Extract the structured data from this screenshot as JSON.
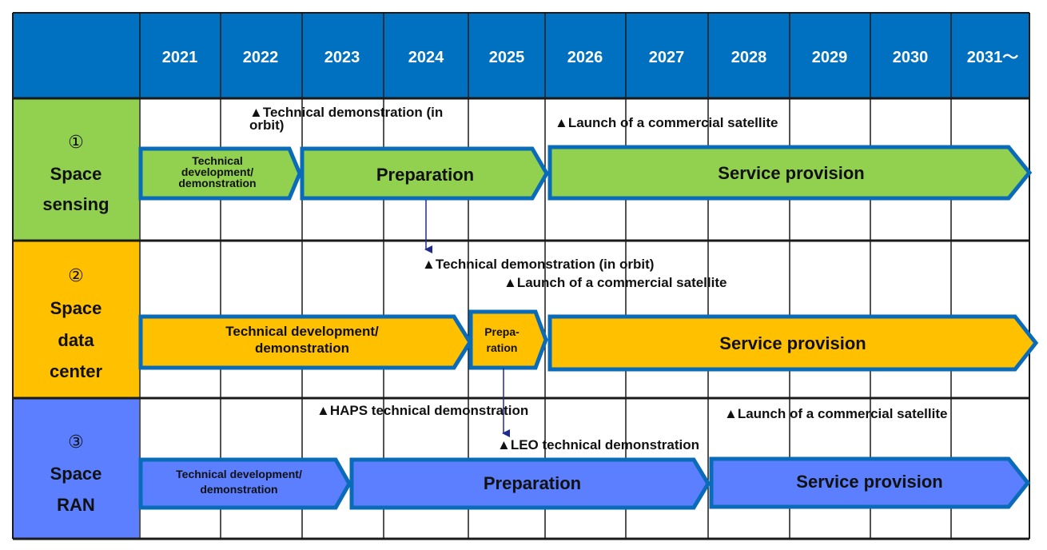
{
  "colors": {
    "header_bg": "#0070c0",
    "header_text": "#ffffff",
    "sensing": "#92d050",
    "datacenter": "#ffc000",
    "ran": "#5b7fff",
    "arrow_border": "#0a6bb8",
    "connector": "#1f2a8a",
    "grid": "#1a1a1a"
  },
  "years": [
    "2021",
    "2022",
    "2023",
    "2024",
    "2025",
    "2026",
    "2027",
    "2028",
    "2029",
    "2030",
    "2031〜"
  ],
  "rows": [
    {
      "id": "sensing",
      "number": "①",
      "label": [
        "Space",
        "sensing"
      ],
      "phases": [
        {
          "id": "sensing-dev",
          "label": [
            "Technical",
            "development/",
            "demonstration"
          ]
        },
        {
          "id": "sensing-prep",
          "label": [
            "Preparation"
          ]
        },
        {
          "id": "sensing-service",
          "label": [
            "Service provision"
          ]
        }
      ],
      "milestones": [
        {
          "id": "sensing-demo",
          "label": [
            "▲Technical demonstration (in",
            "orbit)"
          ]
        },
        {
          "id": "sensing-launch",
          "label": [
            "▲Launch of a commercial satellite"
          ]
        }
      ]
    },
    {
      "id": "datacenter",
      "number": "②",
      "label": [
        "Space",
        "data",
        "center"
      ],
      "phases": [
        {
          "id": "dc-dev",
          "label": [
            "Technical development/",
            "demonstration"
          ]
        },
        {
          "id": "dc-prep",
          "label": [
            "Prepa-",
            "ration"
          ]
        },
        {
          "id": "dc-service",
          "label": [
            "Service provision"
          ]
        }
      ],
      "milestones": [
        {
          "id": "dc-demo",
          "label": [
            "▲Technical demonstration (in orbit)"
          ]
        },
        {
          "id": "dc-launch",
          "label": [
            "▲Launch of a commercial satellite"
          ]
        }
      ]
    },
    {
      "id": "ran",
      "number": "③",
      "label": [
        "Space",
        "RAN"
      ],
      "phases": [
        {
          "id": "ran-dev",
          "label": [
            "Technical development/",
            "demonstration"
          ]
        },
        {
          "id": "ran-prep",
          "label": [
            "Preparation"
          ]
        },
        {
          "id": "ran-service",
          "label": [
            "Service provision"
          ]
        }
      ],
      "milestones": [
        {
          "id": "ran-haps",
          "label": [
            "▲HAPS technical demonstration"
          ]
        },
        {
          "id": "ran-leo",
          "label": [
            "▲LEO technical demonstration"
          ]
        },
        {
          "id": "ran-launch",
          "label": [
            "▲Launch of a commercial satellite"
          ]
        }
      ]
    }
  ]
}
